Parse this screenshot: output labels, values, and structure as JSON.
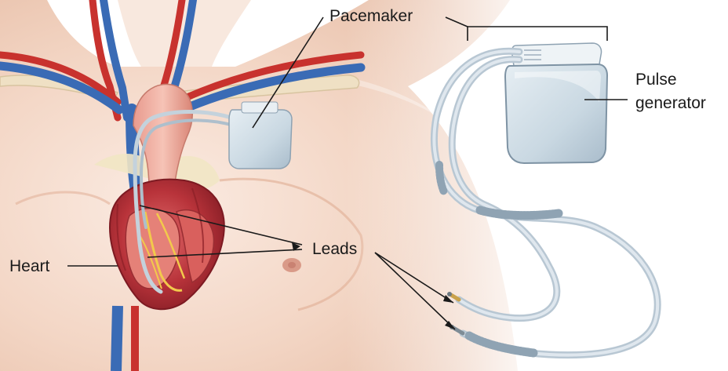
{
  "labels": {
    "pacemaker": "Pacemaker",
    "pulse_generator_line1": "Pulse",
    "pulse_generator_line2": "generator",
    "leads": "Leads",
    "heart": "Heart"
  },
  "colors": {
    "skin_light": "#fbeee6",
    "skin_mid": "#f1d1bd",
    "skin_shadow": "#e3b49c",
    "artery_red": "#c8322e",
    "vein_blue": "#3a6bb5",
    "heart_red": "#b8333a",
    "device_body": "#d3e0e8",
    "lead_wire": "#c4d2dc",
    "label_line": "#1a1a1a"
  }
}
